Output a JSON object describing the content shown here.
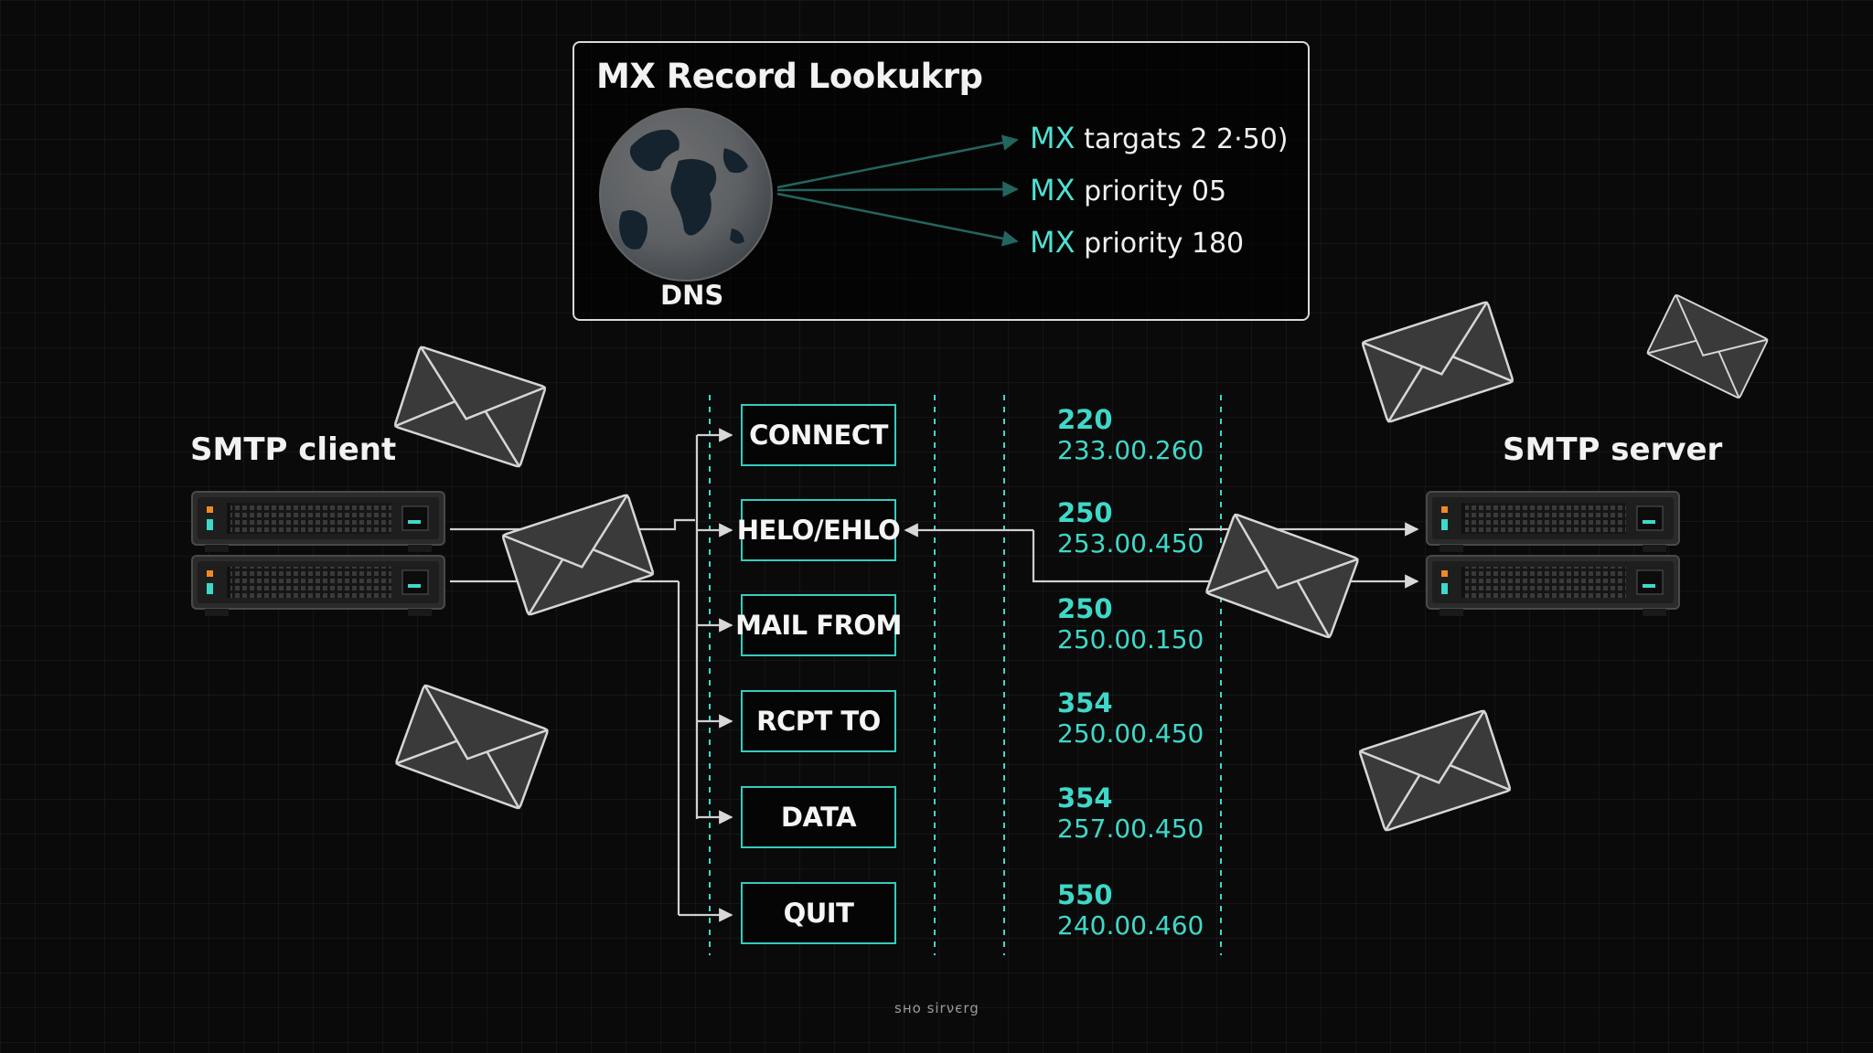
{
  "dns_panel": {
    "title": "MX Record Lookukrp",
    "globe_label": "DNS",
    "mx_records": [
      {
        "prefix": "MX",
        "text": "targats 2 2·50)"
      },
      {
        "prefix": "MX",
        "text": "priority 05"
      },
      {
        "prefix": "MX",
        "text": "priority 180"
      }
    ]
  },
  "client": {
    "label": "SMTP client"
  },
  "server": {
    "label": "SMTP server"
  },
  "commands": [
    "CONNECT",
    "HELO/EHLO",
    "MAIL FROM",
    "RCPT TO",
    "DATA",
    "QUIT"
  ],
  "responses": [
    {
      "code": "220",
      "address": "233.00.260"
    },
    {
      "code": "250",
      "address": "253.00.450"
    },
    {
      "code": "250",
      "address": "250.00.150"
    },
    {
      "code": "354",
      "address": "250.00.450"
    },
    {
      "code": "354",
      "address": "257.00.450"
    },
    {
      "code": "550",
      "address": "240.00.460"
    }
  ],
  "footer_text": "ѕнο ѕіrνєrg",
  "colors": {
    "background": "#0a0a0a",
    "accent_teal": "#3fd8c8",
    "line": "#cfcfcf",
    "server_led_orange": "#f08a24",
    "server_led_teal": "#3fd8c8"
  },
  "icons": [
    "globe-icon",
    "envelope-icon",
    "server-rack-icon",
    "arrow-right-icon"
  ]
}
